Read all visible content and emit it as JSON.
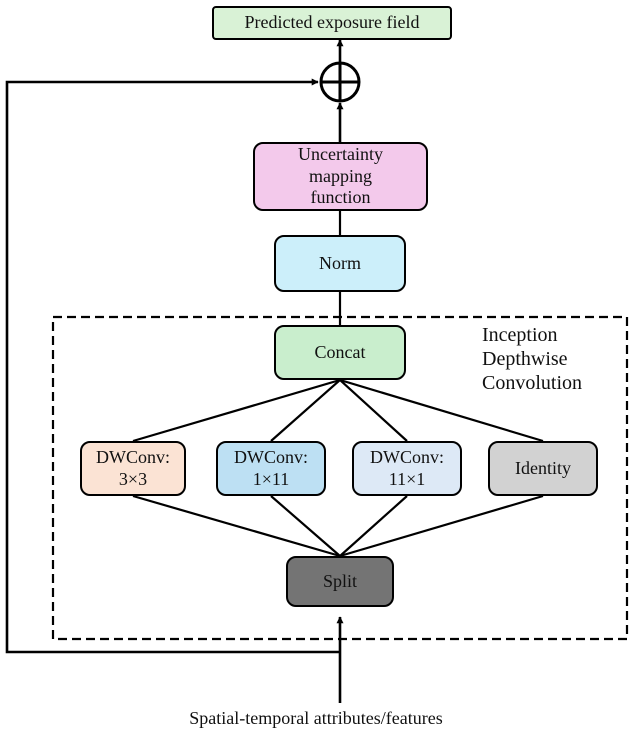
{
  "diagram": {
    "nodes": {
      "output": {
        "label": "Predicted exposure field",
        "color": "#d9f2d6"
      },
      "uncertainty": {
        "label": "Uncertainty\nmapping\nfunction",
        "color": "#f3c9eb"
      },
      "norm": {
        "label": "Norm",
        "color": "#cceffa"
      },
      "concat": {
        "label": "Concat",
        "color": "#c9eecd"
      },
      "dwconv_3x3": {
        "label": "DWConv:\n3×3",
        "color": "#fbe3d4"
      },
      "dwconv_1x11": {
        "label": "DWConv:\n1×11",
        "color": "#bde0f3"
      },
      "dwconv_11x1": {
        "label": "DWConv:\n11×1",
        "color": "#dde9f6"
      },
      "identity": {
        "label": "Identity",
        "color": "#d2d2d2"
      },
      "split": {
        "label": "Split",
        "color": "#747474"
      }
    },
    "module_label": "Inception\nDepthwise\nConvolution",
    "input_label": "Spatial-temporal attributes/features",
    "edges": [
      {
        "from": "input",
        "to": "split",
        "arrow": true
      },
      {
        "from": "split",
        "to": "dwconv_3x3"
      },
      {
        "from": "split",
        "to": "dwconv_1x11"
      },
      {
        "from": "split",
        "to": "dwconv_11x1"
      },
      {
        "from": "split",
        "to": "identity"
      },
      {
        "from": "dwconv_3x3",
        "to": "concat"
      },
      {
        "from": "dwconv_1x11",
        "to": "concat"
      },
      {
        "from": "dwconv_11x1",
        "to": "concat"
      },
      {
        "from": "identity",
        "to": "concat"
      },
      {
        "from": "concat",
        "to": "norm"
      },
      {
        "from": "norm",
        "to": "uncertainty"
      },
      {
        "from": "uncertainty",
        "to": "add",
        "arrow": true
      },
      {
        "from": "add",
        "to": "output",
        "arrow": true
      },
      {
        "from": "input",
        "to": "add",
        "type": "skip",
        "arrow": true
      }
    ]
  }
}
